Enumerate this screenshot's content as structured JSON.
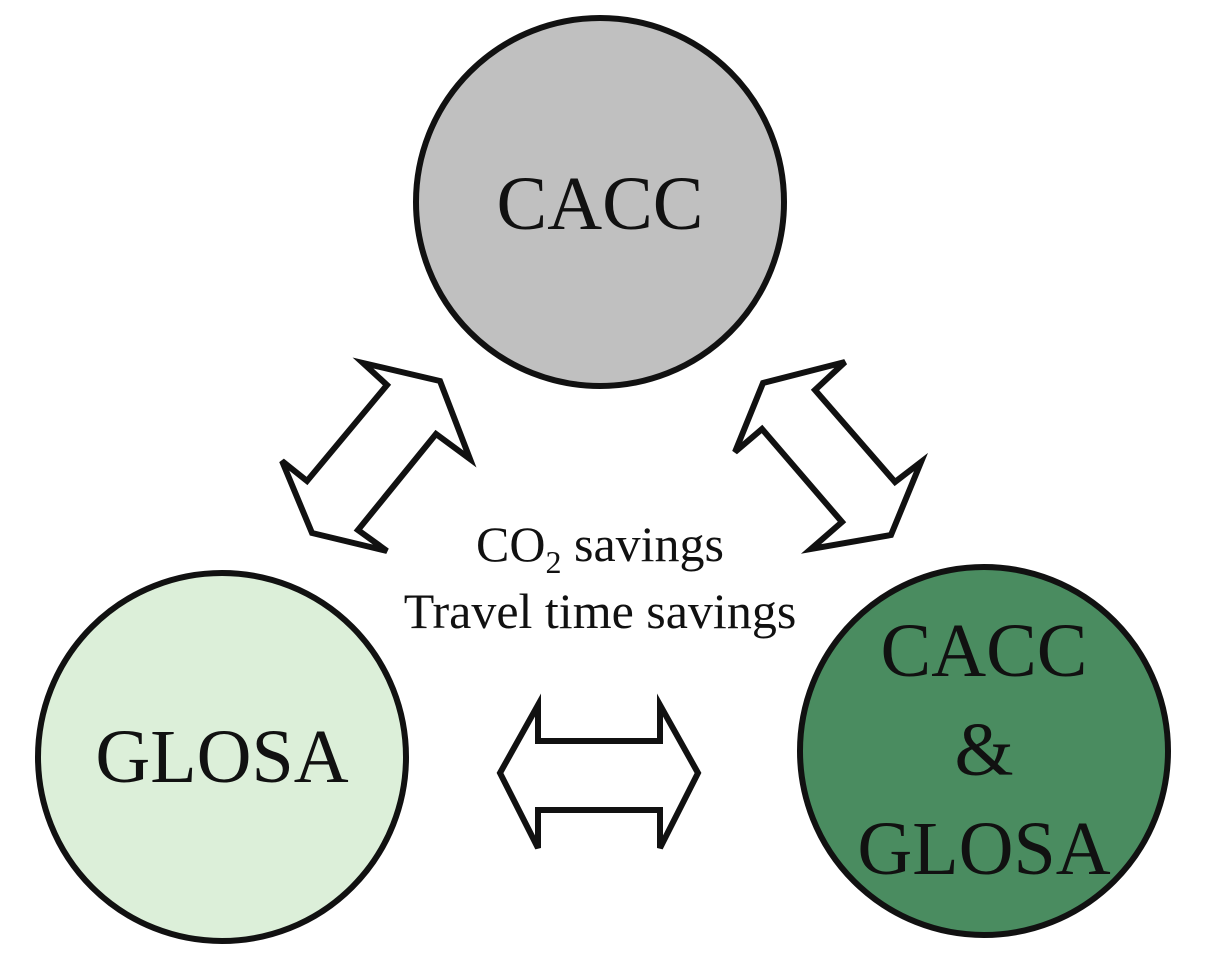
{
  "nodes": {
    "cacc": {
      "label": "CACC",
      "color": "#c0c0c0"
    },
    "glosa": {
      "label": "GLOSA",
      "color": "#dcefd9"
    },
    "combined": {
      "line1": "CACC",
      "line2": "&",
      "line3": "GLOSA",
      "color": "#4a8c60"
    }
  },
  "center": {
    "line1_prefix": "CO",
    "line1_subscript": "2",
    "line1_suffix": " savings",
    "line2": "Travel time savings"
  },
  "arrows": [
    {
      "name": "cacc-glosa",
      "type": "double-headed"
    },
    {
      "name": "cacc-combined",
      "type": "double-headed"
    },
    {
      "name": "glosa-combined",
      "type": "double-headed"
    }
  ]
}
